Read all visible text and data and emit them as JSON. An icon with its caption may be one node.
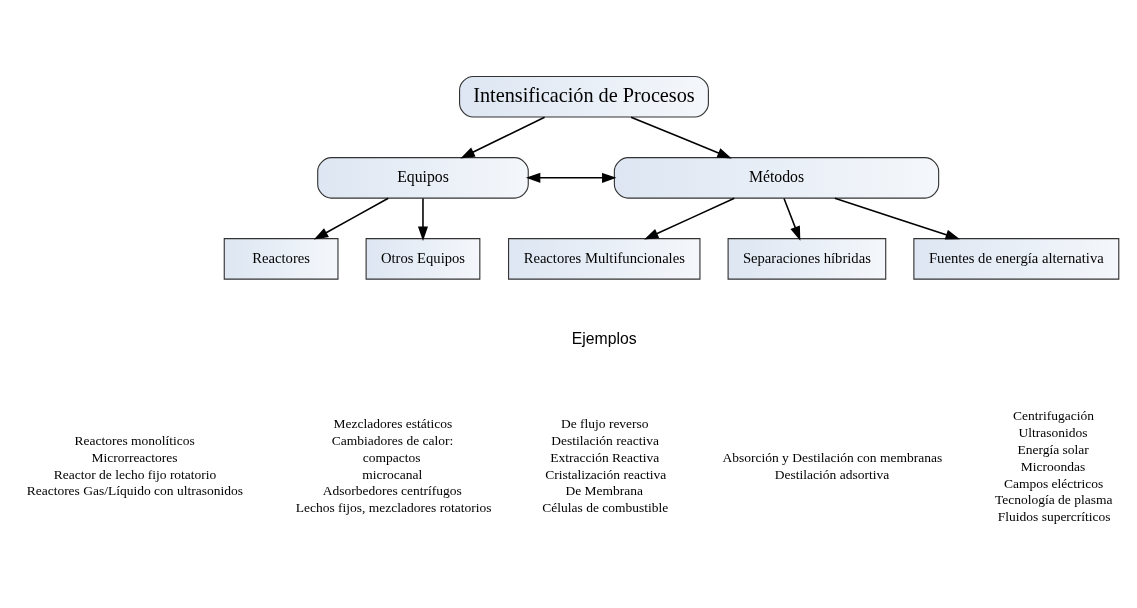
{
  "diagram": {
    "nodes": [
      {
        "text": [
          "Intensificación de Procesos"
        ]
      },
      {
        "text": [
          "Equipos"
        ]
      },
      {
        "text": [
          "Métodos"
        ]
      },
      {
        "text": [
          "Reactores"
        ],
        "beside": [
          "Reactores monolíticos",
          "Microrreactores",
          "Reactor de lecho fijo rotatorio",
          "Reactores Gas/Líquido con ultrasonidos"
        ]
      },
      {
        "text": [
          "Otros Equipos"
        ],
        "beside": [
          "Mezcladores estáticos",
          "Cambiadores de calor:",
          "compactos",
          "microcanal",
          "Adsorbedores centrífugos",
          "Lechos fijos, mezcladores rotatorios"
        ]
      },
      {
        "text": [
          "Reactores Multifuncionales"
        ],
        "beside": [
          "De flujo reverso",
          "Destilación reactiva",
          "Extracción Reactiva",
          "Cristalización reactiva",
          "De Membrana",
          "Células de combustible"
        ]
      },
      {
        "text": [
          "Separaciones híbridas"
        ],
        "beside": [
          "Absorción y Destilación con membranas",
          "Destilación adsortiva"
        ]
      },
      {
        "text": [
          "Fuentes de energía alternativa"
        ],
        "beside": [
          "Centrifugación",
          "Ultrasonidos",
          "Energía solar",
          "Microondas",
          "Campos eléctricos",
          "Tecnología de plasma",
          "Fluidos supercríticos"
        ]
      }
    ],
    "edges": [
      {
        "from": 0,
        "to": 1,
        "arrow": "to"
      },
      {
        "from": 0,
        "to": 2,
        "arrow": "to"
      },
      {
        "from": 1,
        "to": 2,
        "arrow": "both"
      },
      {
        "from": 1,
        "to": 3,
        "arrow": "to"
      },
      {
        "from": 1,
        "to": 4,
        "arrow": "to"
      },
      {
        "from": 2,
        "to": 5,
        "arrow": "to"
      },
      {
        "from": 2,
        "to": 6,
        "arrow": "to"
      },
      {
        "from": 2,
        "to": 7,
        "arrow": "to"
      }
    ],
    "labels": [
      "Ejemplos"
    ]
  }
}
